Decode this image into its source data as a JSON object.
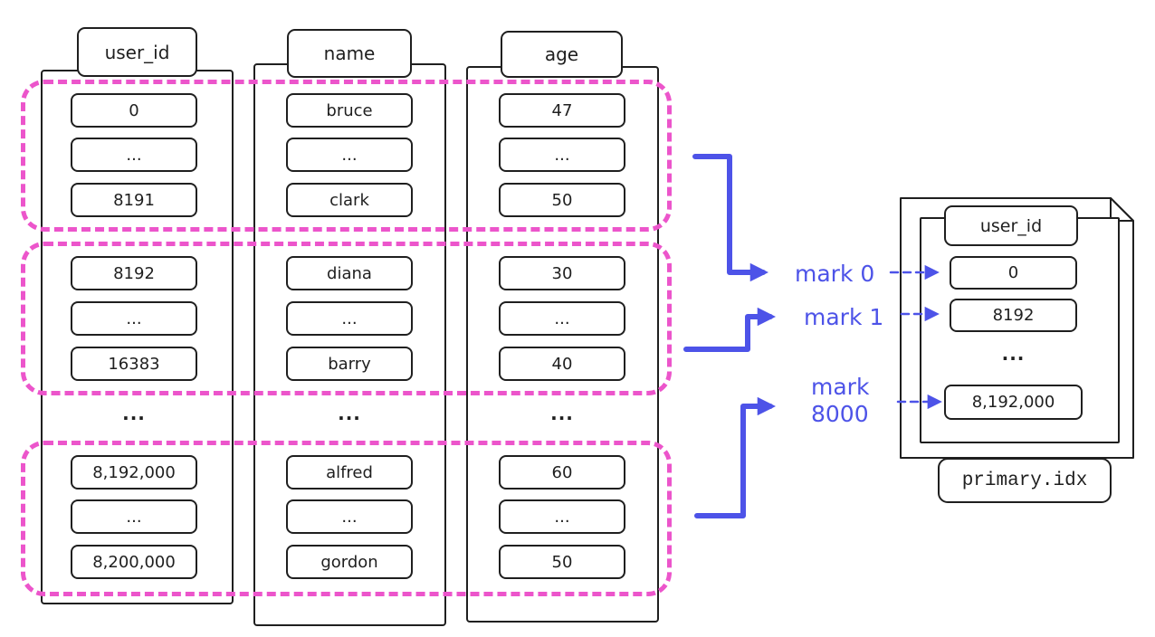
{
  "colors": {
    "ink": "#1f1f1f",
    "magenta": "#ec55cb",
    "blue": "#4d53e8",
    "background": "#ffffff"
  },
  "table": {
    "columns": [
      {
        "header": "user_id",
        "mid_dots": "...",
        "groups": [
          {
            "cells": [
              "0",
              "...",
              "8191"
            ]
          },
          {
            "cells": [
              "8192",
              "...",
              "16383"
            ]
          },
          {
            "cells": [
              "8,192,000",
              "...",
              "8,200,000"
            ]
          }
        ]
      },
      {
        "header": "name",
        "mid_dots": "...",
        "groups": [
          {
            "cells": [
              "bruce",
              "...",
              "clark"
            ]
          },
          {
            "cells": [
              "diana",
              "...",
              "barry"
            ]
          },
          {
            "cells": [
              "alfred",
              "...",
              "gordon"
            ]
          }
        ]
      },
      {
        "header": "age",
        "mid_dots": "...",
        "groups": [
          {
            "cells": [
              "47",
              "...",
              "50"
            ]
          },
          {
            "cells": [
              "30",
              "...",
              "40"
            ]
          },
          {
            "cells": [
              "60",
              "...",
              "50"
            ]
          }
        ]
      }
    ]
  },
  "marks": [
    {
      "lines": [
        "mark 0"
      ]
    },
    {
      "lines": [
        "mark 1"
      ]
    },
    {
      "lines": [
        "mark",
        "8000"
      ]
    }
  ],
  "index_file": {
    "header": "user_id",
    "cells": [
      "0",
      "8192",
      "...",
      "8,192,000"
    ],
    "filename": "primary.idx"
  }
}
